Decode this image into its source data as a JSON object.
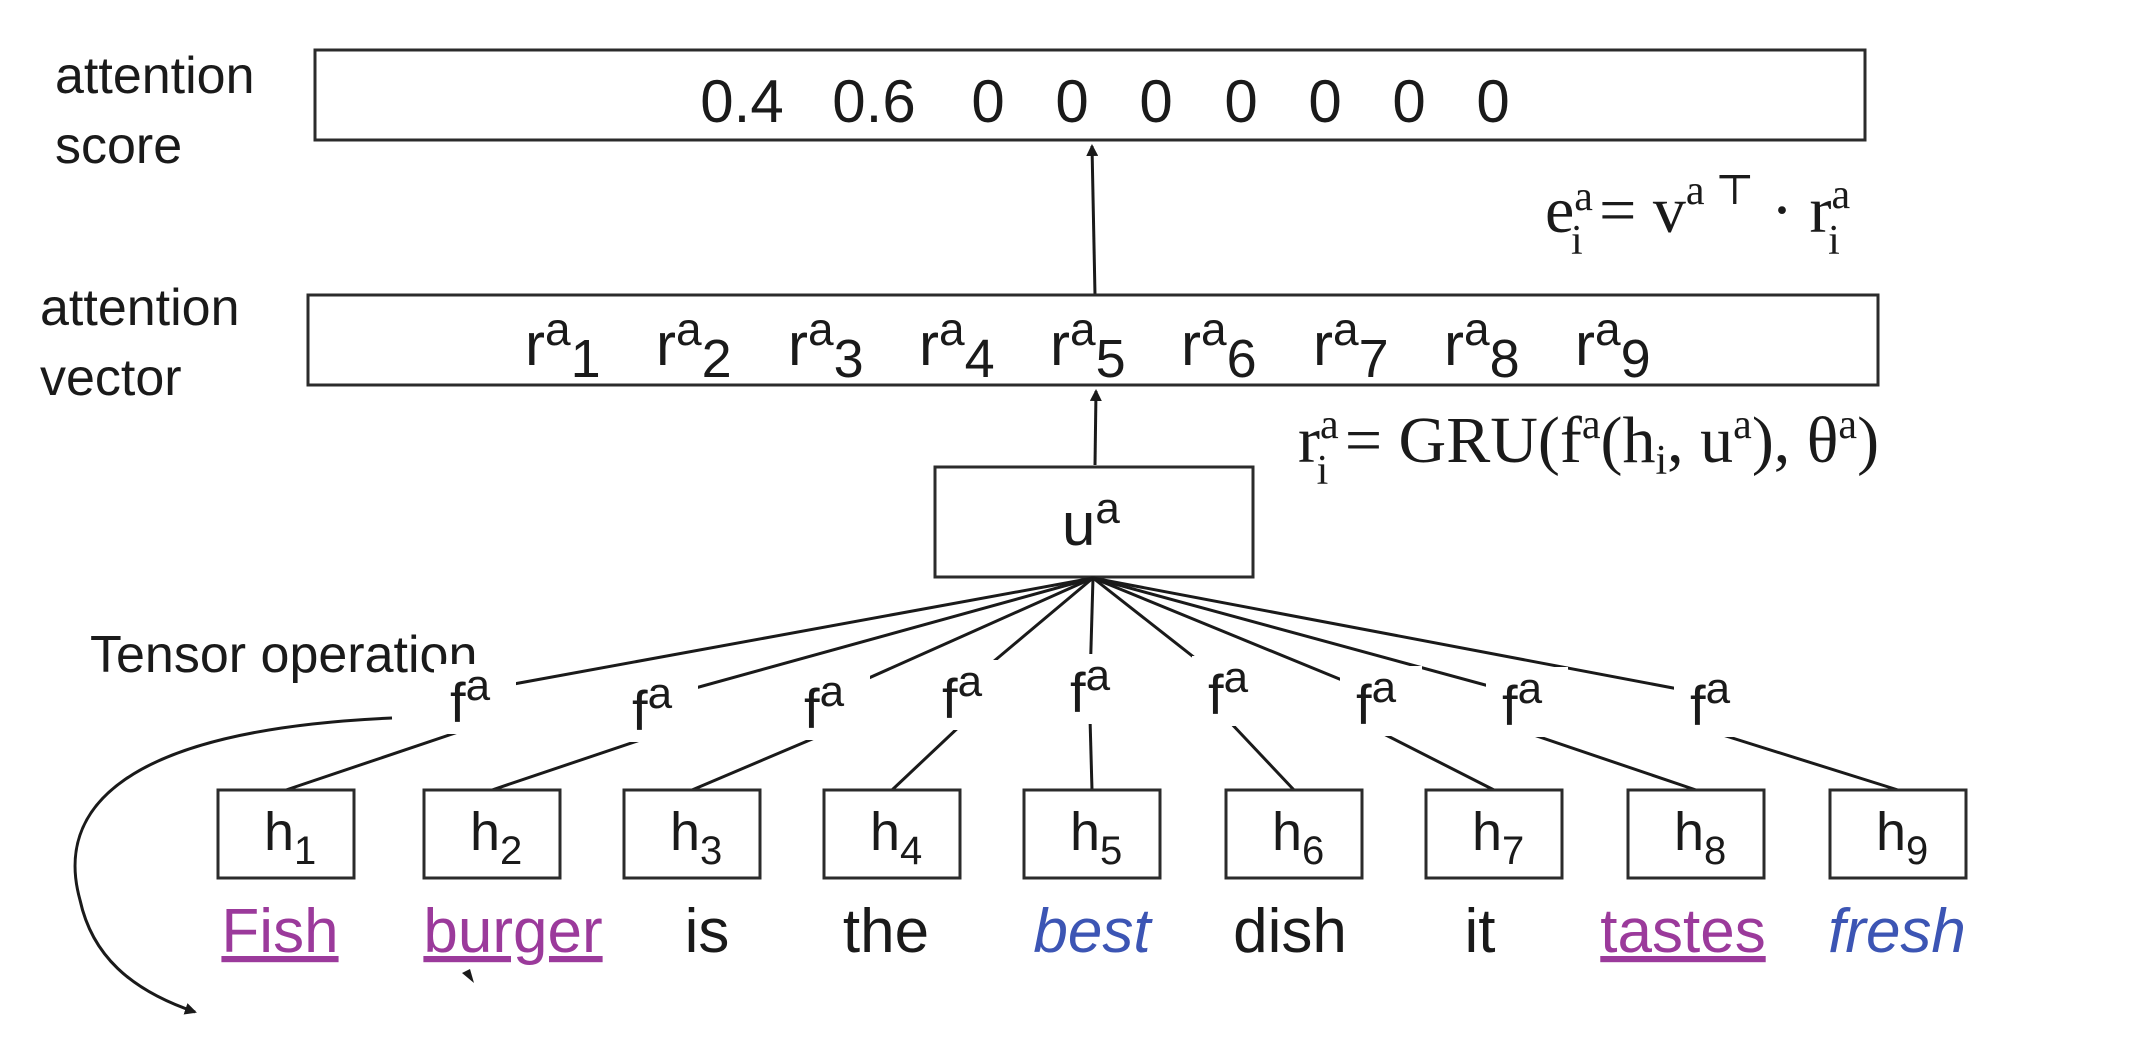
{
  "labels": {
    "attention_score_line1": "attention",
    "attention_score_line2": "score",
    "attention_vector_line1": "attention",
    "attention_vector_line2": "vector",
    "tensor_operation": "Tensor operation"
  },
  "attention_scores": [
    "0.4",
    "0.6",
    "0",
    "0",
    "0",
    "0",
    "0",
    "0",
    "0"
  ],
  "attention_vector": [
    {
      "sym": "r",
      "sup": "a",
      "sub": "1"
    },
    {
      "sym": "r",
      "sup": "a",
      "sub": "2"
    },
    {
      "sym": "r",
      "sup": "a",
      "sub": "3"
    },
    {
      "sym": "r",
      "sup": "a",
      "sub": "4"
    },
    {
      "sym": "r",
      "sup": "a",
      "sub": "5"
    },
    {
      "sym": "r",
      "sup": "a",
      "sub": "6"
    },
    {
      "sym": "r",
      "sup": "a",
      "sub": "7"
    },
    {
      "sym": "r",
      "sup": "a",
      "sub": "8"
    },
    {
      "sym": "r",
      "sup": "a",
      "sub": "9"
    }
  ],
  "u_node": {
    "sym": "u",
    "sup": "a"
  },
  "f_node": {
    "sym": "f",
    "sup": "a"
  },
  "hidden_states": [
    {
      "sym": "h",
      "sub": "1"
    },
    {
      "sym": "h",
      "sub": "2"
    },
    {
      "sym": "h",
      "sub": "3"
    },
    {
      "sym": "h",
      "sub": "4"
    },
    {
      "sym": "h",
      "sub": "5"
    },
    {
      "sym": "h",
      "sub": "6"
    },
    {
      "sym": "h",
      "sub": "7"
    },
    {
      "sym": "h",
      "sub": "8"
    },
    {
      "sym": "h",
      "sub": "9"
    }
  ],
  "words": [
    {
      "text": "Fish",
      "style": "aspect"
    },
    {
      "text": "burger",
      "style": "aspect"
    },
    {
      "text": "is",
      "style": "plain"
    },
    {
      "text": "the",
      "style": "plain"
    },
    {
      "text": "best",
      "style": "opinion"
    },
    {
      "text": "dish",
      "style": "plain"
    },
    {
      "text": "it",
      "style": "plain"
    },
    {
      "text": "tastes",
      "style": "aspect"
    },
    {
      "text": "fresh",
      "style": "opinion"
    }
  ],
  "formulas": {
    "score": {
      "e": "e",
      "e_sup": "a",
      "e_sub": "i",
      "eq": " = ",
      "v": "v",
      "v_sup": "a ⊤",
      "dot": " · ",
      "r": "r",
      "r_sup": "a",
      "r_sub": "i"
    },
    "gru": {
      "r": "r",
      "r_sup": "a",
      "r_sub": "i",
      "eq": " = GRU(f",
      "f_sup": "a",
      "open": "(h",
      "h_sub": "i",
      "comma": ", u",
      "u_sup": "a",
      "close": "), θ",
      "theta_sup": "a",
      "end": ")"
    }
  },
  "colors": {
    "aspect": "#9b3a9b",
    "opinion": "#3c55b4",
    "plain": "#1a1a1a"
  }
}
